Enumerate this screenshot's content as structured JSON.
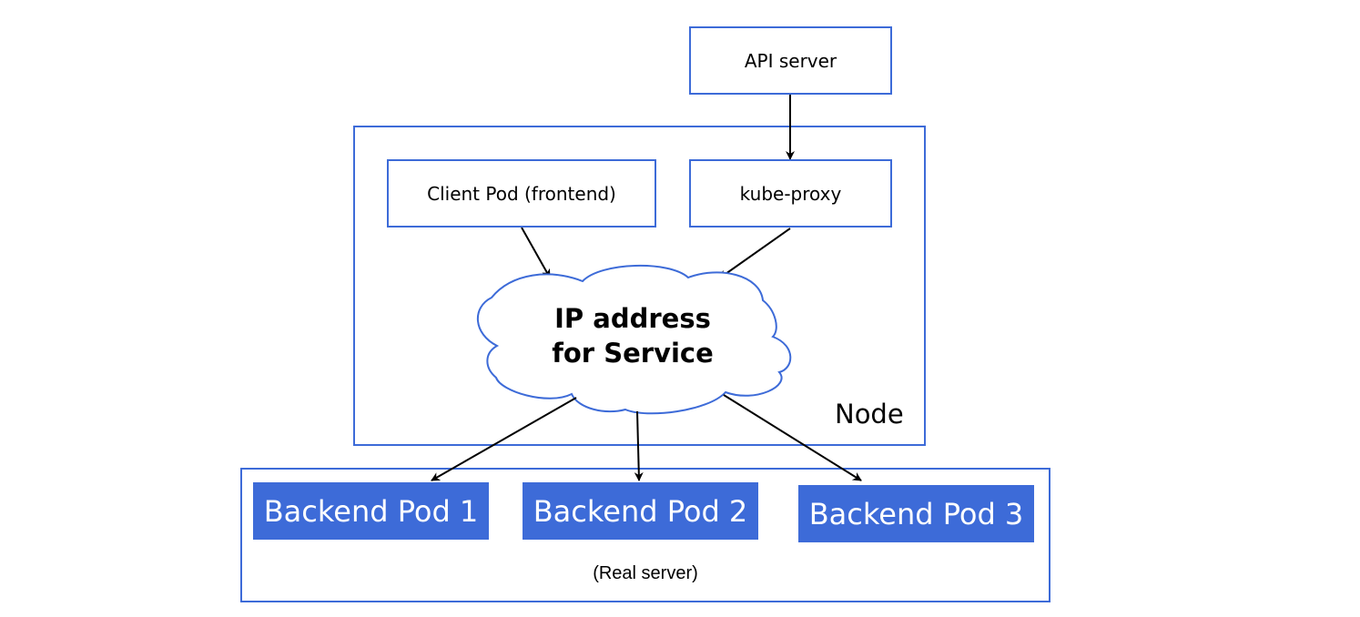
{
  "api_server": {
    "label": "API server"
  },
  "node": {
    "label": "Node",
    "client_pod": {
      "label": "Client Pod (frontend)"
    },
    "kube_proxy": {
      "label": "kube-proxy"
    },
    "service_ip": {
      "line1": "IP address",
      "line2": "for Service"
    }
  },
  "backend": {
    "caption": "(Real server)",
    "pods": [
      {
        "label": "Backend Pod 1"
      },
      {
        "label": "Backend Pod 2"
      },
      {
        "label": "Backend Pod 3"
      }
    ]
  },
  "colors": {
    "accent": "#3D6BD8",
    "stroke": "#000000",
    "background": "#FFFFFF"
  }
}
